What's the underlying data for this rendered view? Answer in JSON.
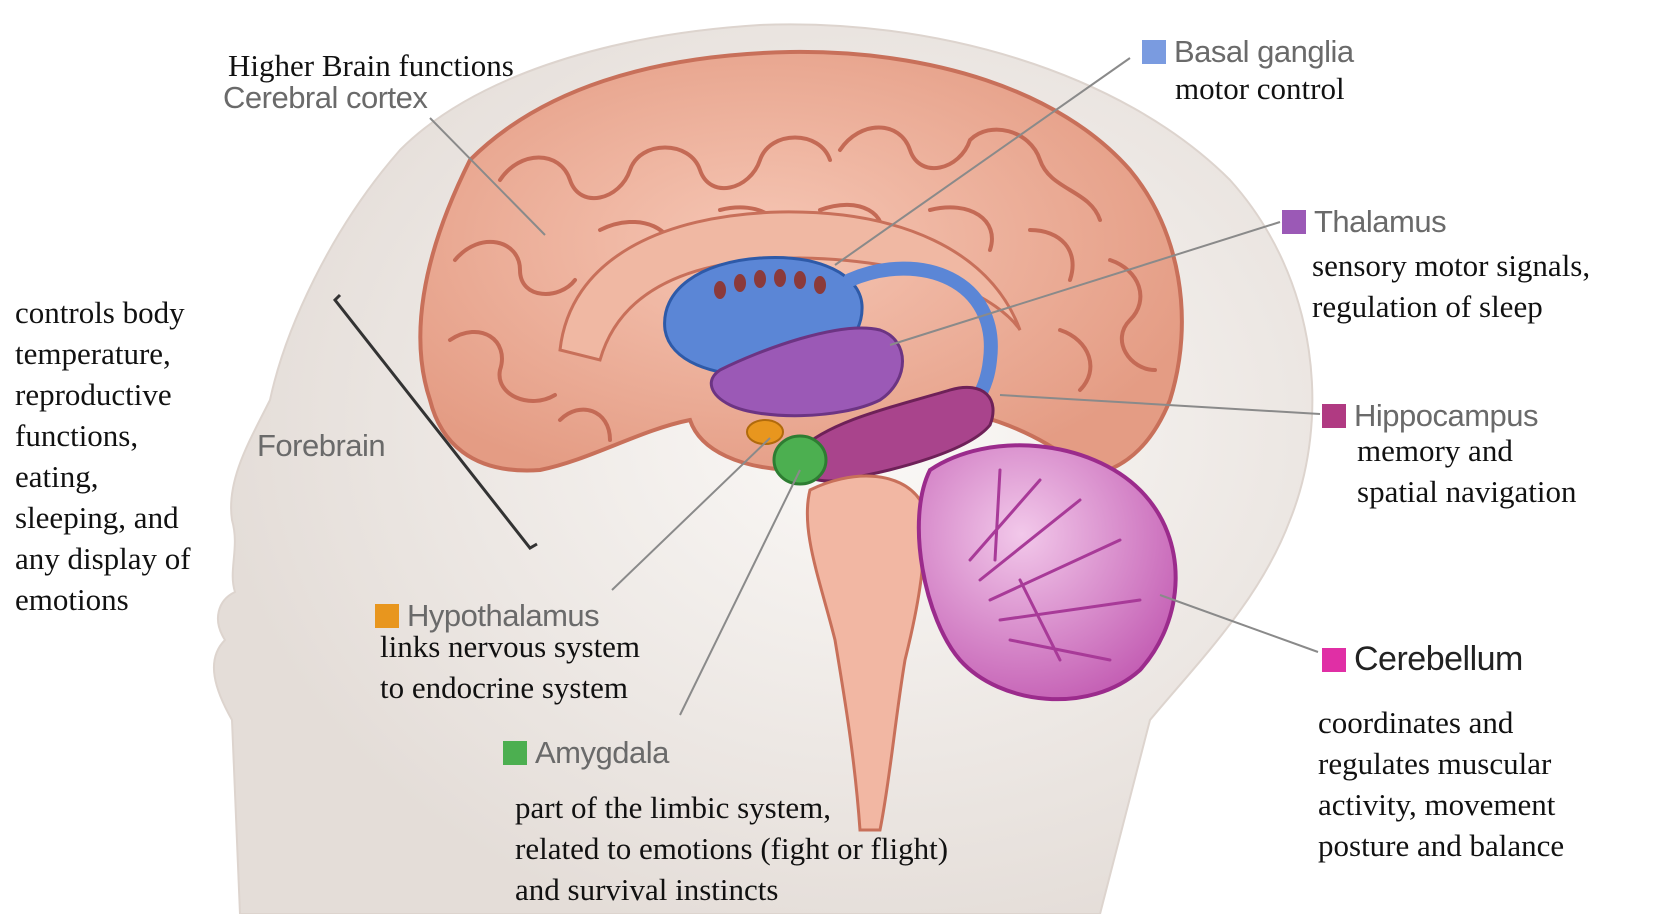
{
  "structures": {
    "cortex": {
      "name": "Cerebral cortex",
      "function": "Higher Brain functions"
    },
    "basal_ganglia": {
      "name": "Basal ganglia",
      "function": "motor control",
      "color": "#7a9be0"
    },
    "thalamus": {
      "name": "Thalamus",
      "function": [
        "sensory motor signals,",
        "regulation of sleep"
      ],
      "color": "#9b59b6"
    },
    "hippocampus": {
      "name": "Hippocampus",
      "function": [
        "memory and",
        "spatial navigation"
      ],
      "color": "#b03a82"
    },
    "cerebellum": {
      "name": "Cerebellum",
      "function": [
        "coordinates and",
        "regulates muscular",
        "activity, movement",
        " posture and balance"
      ],
      "color": "#e02fa5"
    },
    "hypothalamus": {
      "name": "Hypothalamus",
      "function": [
        "links nervous system",
        "to endocrine system"
      ],
      "color": "#e8961e"
    },
    "amygdala": {
      "name": "Amygdala",
      "function": [
        "part of the limbic system,",
        "related to emotions (fight or flight)",
        "and survival instincts"
      ],
      "color": "#4caf50"
    },
    "forebrain": {
      "name": "Forebrain",
      "function": [
        "controls body",
        "temperature,",
        "reproductive",
        "functions,",
        "eating,",
        "sleeping, and",
        "any display of",
        "emotions"
      ]
    }
  }
}
